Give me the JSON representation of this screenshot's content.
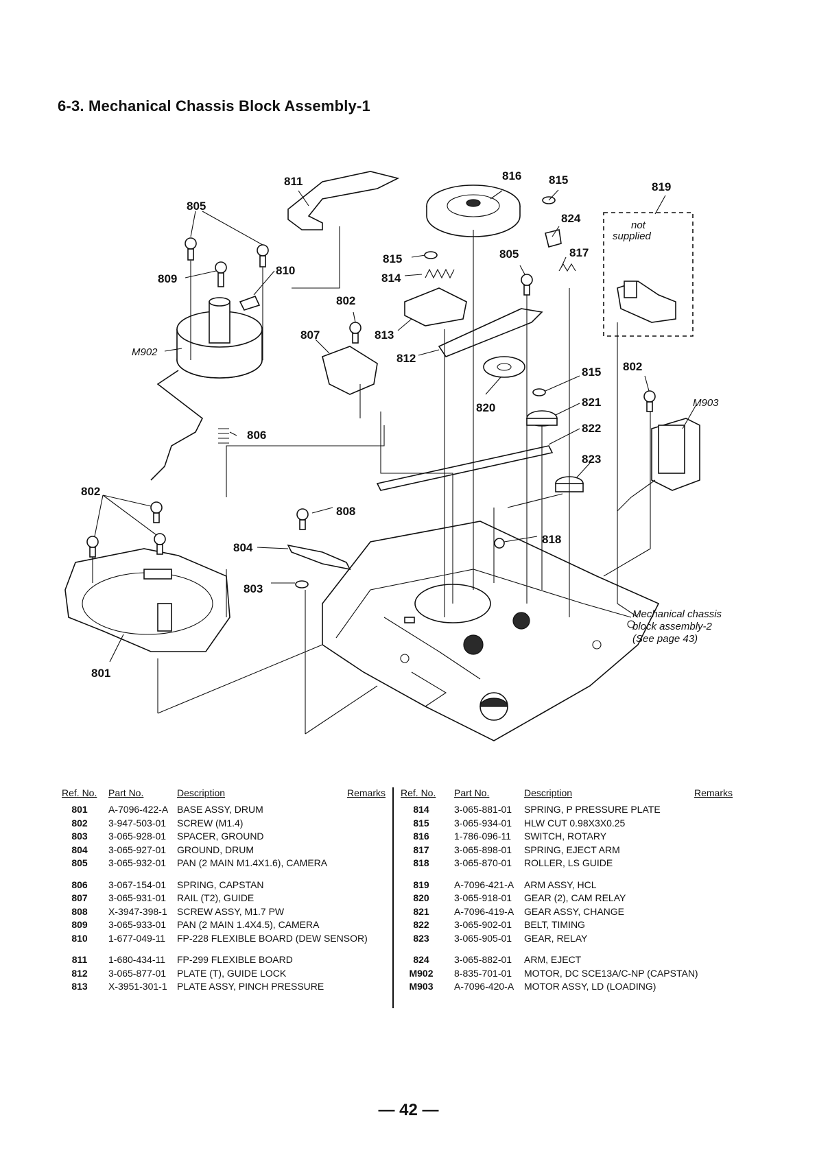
{
  "page_title": "6-3.  Mechanical Chassis Block Assembly-1",
  "diagram": {
    "labels": {
      "l811": "811",
      "l816": "816",
      "l815a": "815",
      "l819": "819",
      "l805a": "805",
      "l824": "824",
      "l815b": "815",
      "l805b": "805",
      "l817": "817",
      "l809": "809",
      "l810": "810",
      "l814": "814",
      "l802a": "802",
      "l807": "807",
      "l813": "813",
      "lm902": "M902",
      "l812": "812",
      "l815c": "815",
      "l802b": "802",
      "l820": "820",
      "l821": "821",
      "lm903": "M903",
      "l822": "822",
      "l806": "806",
      "l823": "823",
      "l802c": "802",
      "l808": "808",
      "l818": "818",
      "l804": "804",
      "l803": "803",
      "l801": "801"
    },
    "not_supplied_line1": "not",
    "not_supplied_line2": "supplied",
    "chassis_note_line1": "Mechanical chassis",
    "chassis_note_line2": "block assembly-2",
    "chassis_note_line3": "(See page 43)"
  },
  "table_headers": {
    "ref": "Ref. No.",
    "part": "Part No.",
    "desc": "Description",
    "remarks": "Remarks"
  },
  "left_parts": [
    {
      "ref": "801",
      "part": "A-7096-422-A",
      "desc": "BASE ASSY, DRUM"
    },
    {
      "ref": "802",
      "part": "3-947-503-01",
      "desc": "SCREW (M1.4)"
    },
    {
      "ref": "803",
      "part": "3-065-928-01",
      "desc": "SPACER, GROUND"
    },
    {
      "ref": "804",
      "part": "3-065-927-01",
      "desc": "GROUND, DRUM"
    },
    {
      "ref": "805",
      "part": "3-065-932-01",
      "desc": "PAN (2 MAIN M1.4X1.6), CAMERA"
    },
    {
      "ref": "806",
      "part": "3-067-154-01",
      "desc": "SPRING, CAPSTAN"
    },
    {
      "ref": "807",
      "part": "3-065-931-01",
      "desc": "RAIL (T2), GUIDE"
    },
    {
      "ref": "808",
      "part": "X-3947-398-1",
      "desc": "SCREW ASSY, M1.7 PW"
    },
    {
      "ref": "809",
      "part": "3-065-933-01",
      "desc": "PAN (2 MAIN 1.4X4.5), CAMERA"
    },
    {
      "ref": "810",
      "part": "1-677-049-11",
      "desc": "FP-228 FLEXIBLE BOARD (DEW SENSOR)"
    },
    {
      "ref": "811",
      "part": "1-680-434-11",
      "desc": "FP-299 FLEXIBLE BOARD"
    },
    {
      "ref": "812",
      "part": "3-065-877-01",
      "desc": "PLATE (T), GUIDE LOCK"
    },
    {
      "ref": "813",
      "part": "X-3951-301-1",
      "desc": "PLATE ASSY, PINCH PRESSURE"
    }
  ],
  "right_parts": [
    {
      "ref": "814",
      "part": "3-065-881-01",
      "desc": "SPRING, P PRESSURE PLATE"
    },
    {
      "ref": "815",
      "part": "3-065-934-01",
      "desc": "HLW CUT 0.98X3X0.25"
    },
    {
      "ref": "816",
      "part": "1-786-096-11",
      "desc": "SWITCH, ROTARY"
    },
    {
      "ref": "817",
      "part": "3-065-898-01",
      "desc": "SPRING, EJECT ARM"
    },
    {
      "ref": "818",
      "part": "3-065-870-01",
      "desc": "ROLLER, LS GUIDE"
    },
    {
      "ref": "819",
      "part": "A-7096-421-A",
      "desc": "ARM ASSY, HCL"
    },
    {
      "ref": "820",
      "part": "3-065-918-01",
      "desc": "GEAR (2), CAM RELAY"
    },
    {
      "ref": "821",
      "part": "A-7096-419-A",
      "desc": "GEAR ASSY, CHANGE"
    },
    {
      "ref": "822",
      "part": "3-065-902-01",
      "desc": "BELT, TIMING"
    },
    {
      "ref": "823",
      "part": "3-065-905-01",
      "desc": "GEAR, RELAY"
    },
    {
      "ref": "824",
      "part": "3-065-882-01",
      "desc": "ARM, EJECT"
    },
    {
      "ref": "M902",
      "part": "8-835-701-01",
      "desc": "MOTOR, DC SCE13A/C-NP (CAPSTAN)"
    },
    {
      "ref": "M903",
      "part": "A-7096-420-A",
      "desc": "MOTOR ASSY, LD (LOADING)"
    }
  ],
  "page_number": "— 42 —"
}
